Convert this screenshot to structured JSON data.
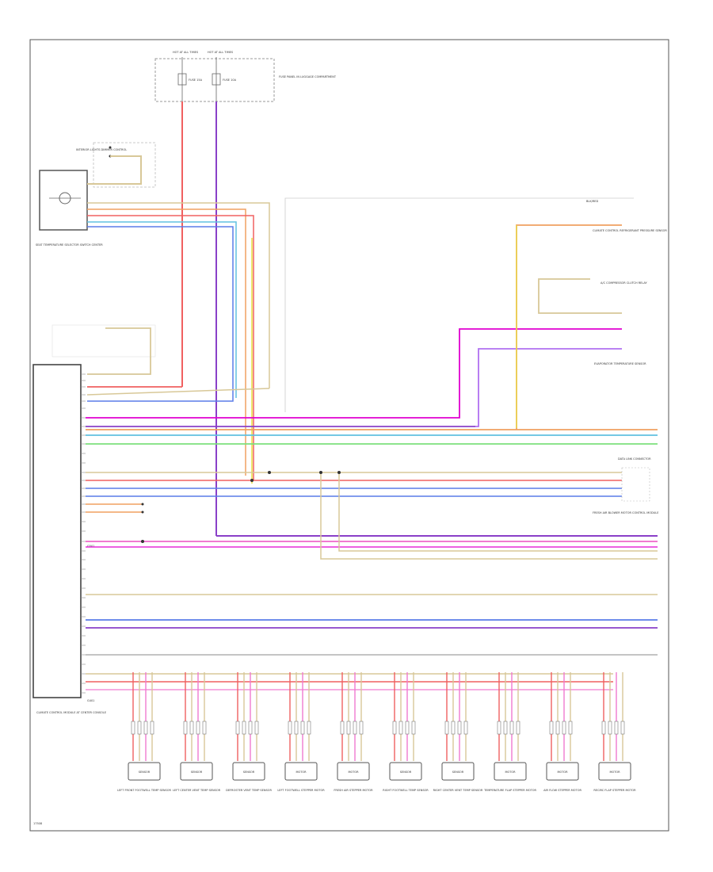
{
  "fuse_box": {
    "top_labels": [
      "HOT AT ALL TIMES",
      "HOT AT ALL TIMES"
    ],
    "fuse_labels": [
      "FUSE 15A",
      "FUSE 10A"
    ],
    "title": "FUSE PANEL IN LUGGAGE COMPARTMENT"
  },
  "seat_switch": {
    "label": "SEAT TEMPERATURE SELECTOR SWITCH CENTER",
    "illumination_label": "INTERIOR LIGHTS DIMMER CONTROL"
  },
  "control_module": {
    "label": "CLIMATE CONTROL MODULE AT CENTER CONSOLE",
    "ground_label": "G401",
    "left_ground": "G501"
  },
  "right_components": {
    "top_ref": "BLK/RED",
    "cc_sensor": "CLIMATE CONTROL REFRIGERANT PRESSURE SENSOR",
    "ac_clutch": "A/C COMPRESSOR CLUTCH RELAY",
    "evap_sensor": "EVAPORATOR TEMPERATURE SENSOR",
    "blower_label": "FRESH AIR BLOWER MOTOR CONTROL MODULE",
    "data_link": "DATA LINK CONNECTOR"
  },
  "wire_colors": {
    "pink": "#f07ad0",
    "magenta": "#e000d0",
    "purple": "#8a40c8",
    "blue": "#5a7ce8",
    "cyan": "#60c0e0",
    "green": "#7de07d",
    "red": "#f06060",
    "orange": "#f0a060",
    "tan": "#d8c898",
    "yellow": "#e8e040"
  },
  "bottom_components": [
    {
      "name": "LEFT FRONT FOOTWELL TEMP SENSOR",
      "box": "SENSOR"
    },
    {
      "name": "LEFT CENTER VENT TEMP SENSOR",
      "box": "SENSOR"
    },
    {
      "name": "DEFROSTER VENT TEMP SENSOR",
      "box": "SENSOR"
    },
    {
      "name": "LEFT FOOTWELL STEPPER MOTOR",
      "box": "MOTOR"
    },
    {
      "name": "FRESH AIR STEPPER MOTOR",
      "box": "MOTOR"
    },
    {
      "name": "RIGHT FOOTWELL TEMP SENSOR",
      "box": "SENSOR"
    },
    {
      "name": "RIGHT CENTER VENT TEMP SENSOR",
      "box": "SENSOR"
    },
    {
      "name": "TEMPERATURE FLAP STEPPER MOTOR",
      "box": "MOTOR"
    },
    {
      "name": "AIR FLOW STEPPER MOTOR",
      "box": "MOTOR"
    },
    {
      "name": "RECIRC FLAP STEPPER MOTOR",
      "box": "MOTOR"
    }
  ],
  "footer": {
    "code": "17508"
  }
}
